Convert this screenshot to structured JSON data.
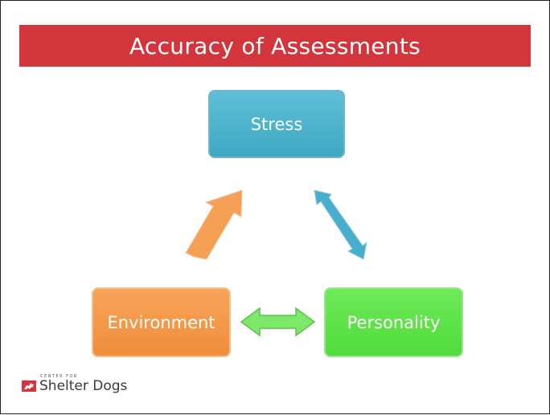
{
  "title": "Accuracy of Assessments",
  "nodes": {
    "stress": "Stress",
    "environment": "Environment",
    "personality": "Personality"
  },
  "logo": {
    "small_text": "CENTER FOR",
    "main_text": "Shelter Dogs"
  },
  "colors": {
    "title_bar": "#d2353b",
    "stress": "#45acc7",
    "environment": "#f39a4a",
    "personality": "#5fe34a"
  }
}
